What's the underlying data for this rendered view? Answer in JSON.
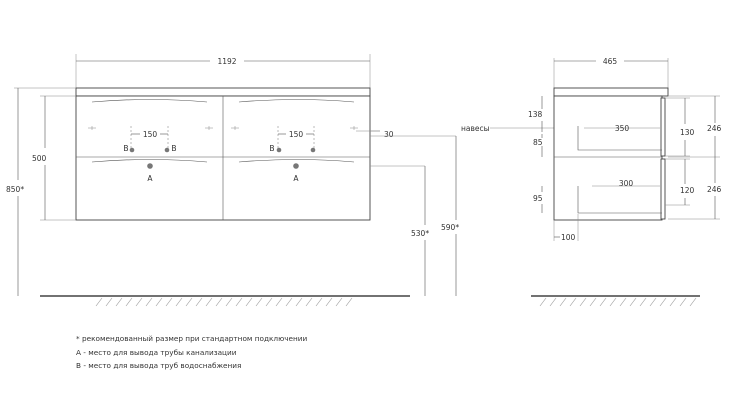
{
  "front_view": {
    "overall_width": "1192",
    "height_500": "500",
    "height_850": "850*",
    "height_530": "530*",
    "height_590": "590*",
    "dim_150_left": "150",
    "dim_150_right": "150",
    "dim_30": "30",
    "label_B": "B",
    "label_A": "A"
  },
  "side_view": {
    "depth": "465",
    "d138": "138",
    "d85": "85",
    "d350": "350",
    "d130": "130",
    "d246_top": "246",
    "d300": "300",
    "d120": "120",
    "d246_bottom": "246",
    "d95": "95",
    "d100": "100",
    "hinges_label": "навесы"
  },
  "notes": {
    "line1": "* рекомендованный размер при стандартном подключении",
    "line2": "А - место для вывода трубы канализации",
    "line3": "В - место для вывода труб водоснабжения"
  },
  "colors": {
    "line": "#444444",
    "pipe": "#777777",
    "dim_text": "#333333"
  }
}
